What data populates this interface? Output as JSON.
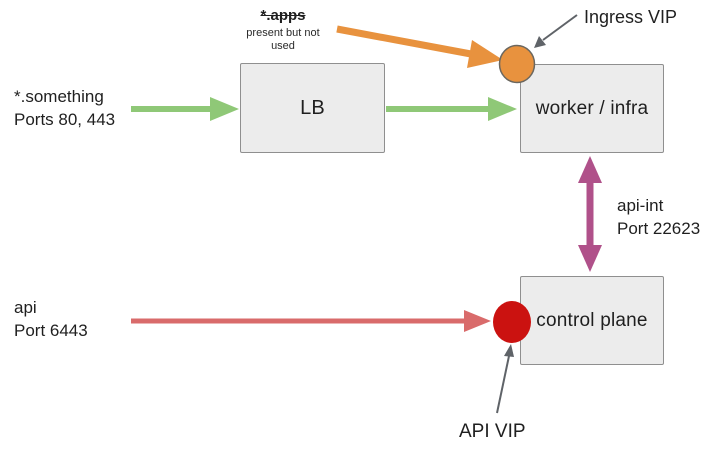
{
  "diagram": {
    "nodes": {
      "lb": {
        "label": "LB"
      },
      "worker": {
        "label": "worker / infra"
      },
      "control_plane": {
        "label": "control plane"
      }
    },
    "labels": {
      "apps": {
        "title": "*.apps",
        "note": "present but not used"
      },
      "something": {
        "line1": "*.something",
        "line2": "Ports 80, 443"
      },
      "ingress_vip": "Ingress VIP",
      "api_int": {
        "line1": "api-int",
        "line2": "Port 22623"
      },
      "api": {
        "line1": "api",
        "line2": "Port 6443"
      },
      "api_vip": "API VIP"
    },
    "colors": {
      "green": "#8FC877",
      "orange": "#E8923E",
      "orange_stroke": "#6B675F",
      "magenta": "#B0518A",
      "red_arrow": "#D96B6B",
      "red_vip": "#CB1210",
      "gray": "#5F6368",
      "box_fill": "#ECECEC",
      "box_border": "#8F8F8F"
    }
  }
}
